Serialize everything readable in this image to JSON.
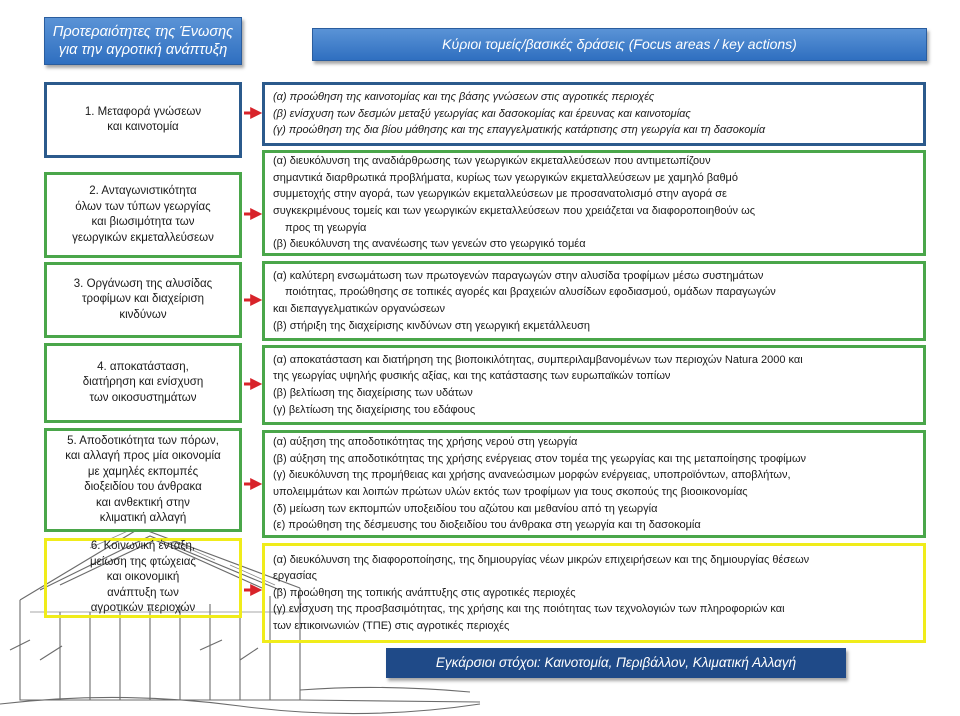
{
  "header": {
    "left_title_line1": "Προτεραιότητες της Ένωσης",
    "left_title_line2": "για την αγροτική ανάπτυξη",
    "right_title": "Κύριοι τομείς/βασικές δράσεις (Focus areas / key actions)"
  },
  "priorities": [
    {
      "lines": [
        "1. Μεταφορά γνώσεων",
        "και καινοτομία"
      ]
    },
    {
      "lines": [
        "2. Ανταγωνιστικότητα",
        "όλων των τύπων γεωργίας",
        "και βιωσιμότητα των",
        "γεωργικών εκμεταλλεύσεων"
      ]
    },
    {
      "lines": [
        "3. Οργάνωση της αλυσίδας",
        "τροφίμων και διαχείριση",
        "κινδύνων"
      ]
    },
    {
      "lines": [
        "4. αποκατάσταση,",
        "διατήρηση και ενίσχυση",
        "των οικοσυστημάτων"
      ]
    },
    {
      "lines": [
        "5. Αποδοτικότητα των πόρων,",
        "και αλλαγή προς μία οικονομία",
        "με χαμηλές εκπομπές",
        "διοξειδίου του άνθρακα",
        "και ανθεκτική στην",
        "κλιματική αλλαγή"
      ]
    },
    {
      "lines": [
        "6. Κοινωνική ένταξη,",
        "μείωση της φτώχειας",
        "και οικονομική",
        "ανάπτυξη των",
        "αγροτικών περιοχών"
      ]
    }
  ],
  "focus_areas": [
    {
      "lines": [
        "(α) προώθηση της καινοτομίας και της βάσης γνώσεων στις αγροτικές περιοχές",
        "(β) ενίσχυση των δεσμών μεταξύ γεωργίας και δασοκομίας και έρευνας και καινοτομίας",
        "(γ) προώθηση της δια βίου μάθησης και της επαγγελματικής κατάρτισης στη γεωργία και τη δασοκομία"
      ]
    },
    {
      "lines": [
        "(α) διευκόλυνση της αναδιάρθρωσης των γεωργικών εκμεταλλεύσεων που αντιμετωπίζουν",
        "σημαντικά διαρθρωτικά προβλήματα, κυρίως των γεωργικών εκμεταλλεύσεων με χαμηλό βαθμό",
        "συμμετοχής στην αγορά, των γεωργικών εκμεταλλεύσεων με προσανατολισμό στην αγορά σε",
        "συγκεκριμένους τομείς και των γεωργικών εκμεταλλεύσεων που χρειάζεται να διαφοροποιηθούν ως",
        "προς τη γεωργία",
        "(β) διευκόλυνση της ανανέωσης των γενεών στο γεωργικό τομέα"
      ]
    },
    {
      "lines": [
        "(α) καλύτερη ενσωμάτωση των πρωτογενών παραγωγών στην αλυσίδα τροφίμων μέσω συστημάτων",
        "ποιότητας, προώθησης σε τοπικές αγορές και βραχειών αλυσίδων εφοδιασμού, ομάδων παραγωγών",
        "και διεπαγγελματικών οργανώσεων",
        "(β) στήριξη της διαχείρισης κινδύνων στη γεωργική εκμετάλλευση"
      ]
    },
    {
      "lines": [
        "(α) αποκατάσταση και διατήρηση της βιοποικιλότητας, συμπεριλαμβανομένων των περιοχών Natura 2000 και",
        "της γεωργίας υψηλής φυσικής αξίας, και της κατάστασης των ευρωπαϊκών τοπίων",
        "(β) βελτίωση της διαχείρισης των υδάτων",
        "(γ) βελτίωση της διαχείρισης του εδάφους"
      ]
    },
    {
      "lines": [
        "(α) αύξηση της αποδοτικότητας της χρήσης νερού στη γεωργία",
        "(β) αύξηση της αποδοτικότητας της χρήσης ενέργειας στον τομέα της γεωργίας και της μεταποίησης τροφίμων",
        "(γ) διευκόλυνση της προμήθειας και χρήσης ανανεώσιμων μορφών ενέργειας, υποπροϊόντων, αποβλήτων,",
        "υπολειμμάτων και λοιπών πρώτων υλών εκτός των τροφίμων για τους σκοπούς της βιοοικονομίας",
        "(δ) μείωση των εκπομπών υποξειδίου του αζώτου και μεθανίου από τη γεωργία",
        "(ε) προώθηση της δέσμευσης του διοξειδίου του άνθρακα στη γεωργία και τη δασοκομία"
      ]
    },
    {
      "lines": [
        "(α) διευκόλυνση της διαφοροποίησης, της δημιουργίας νέων μικρών επιχειρήσεων και της δημιουργίας θέσεων",
        "εργασίας",
        "(β) προώθηση της τοπικής ανάπτυξης στις αγροτικές περιοχές",
        "(γ) ενίσχυση της προσβασιμότητας, της χρήσης και της ποιότητας των τεχνολογιών των πληροφοριών και",
        "των επικοινωνιών (ΤΠΕ) στις αγροτικές περιοχές"
      ]
    }
  ],
  "banner": "Εγκάρσιοι στόχοι: Καινοτομία, Περιβάλλον, Κλιματική Αλλαγή",
  "colors": {
    "header_blue": "#3a7bc8",
    "banner_navy": "#1f4a88",
    "priority1_border": "#2b5a8c",
    "green_border": "#4aa64a",
    "yellow_border": "#f0ec1a",
    "arrow_red": "#d8232a"
  }
}
